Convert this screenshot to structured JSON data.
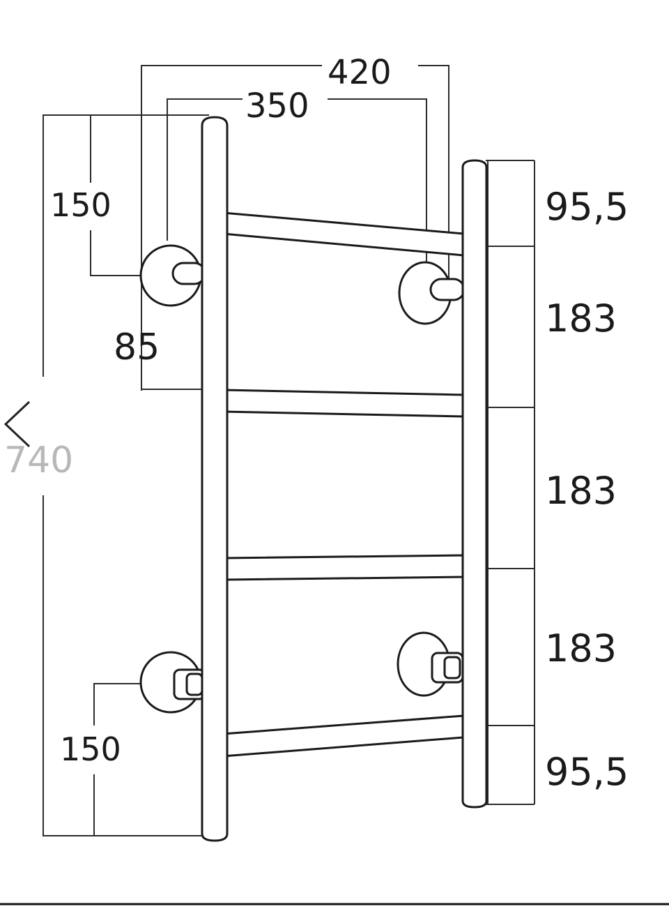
{
  "diagram": {
    "dimensions": {
      "width_outer": "420",
      "width_inner": "350",
      "height_total": "740",
      "top_offset": "150",
      "bottom_offset": "150",
      "wall_depth": "85",
      "spacing_1": "95,5",
      "spacing_2": "183",
      "spacing_3": "183",
      "spacing_4": "183",
      "spacing_5": "95,5"
    },
    "colors": {
      "line": "#2b2b2b",
      "faded_text": "#b8b8b8",
      "background": "#ffffff"
    },
    "icons": {
      "back": "chevron-left-icon"
    }
  }
}
